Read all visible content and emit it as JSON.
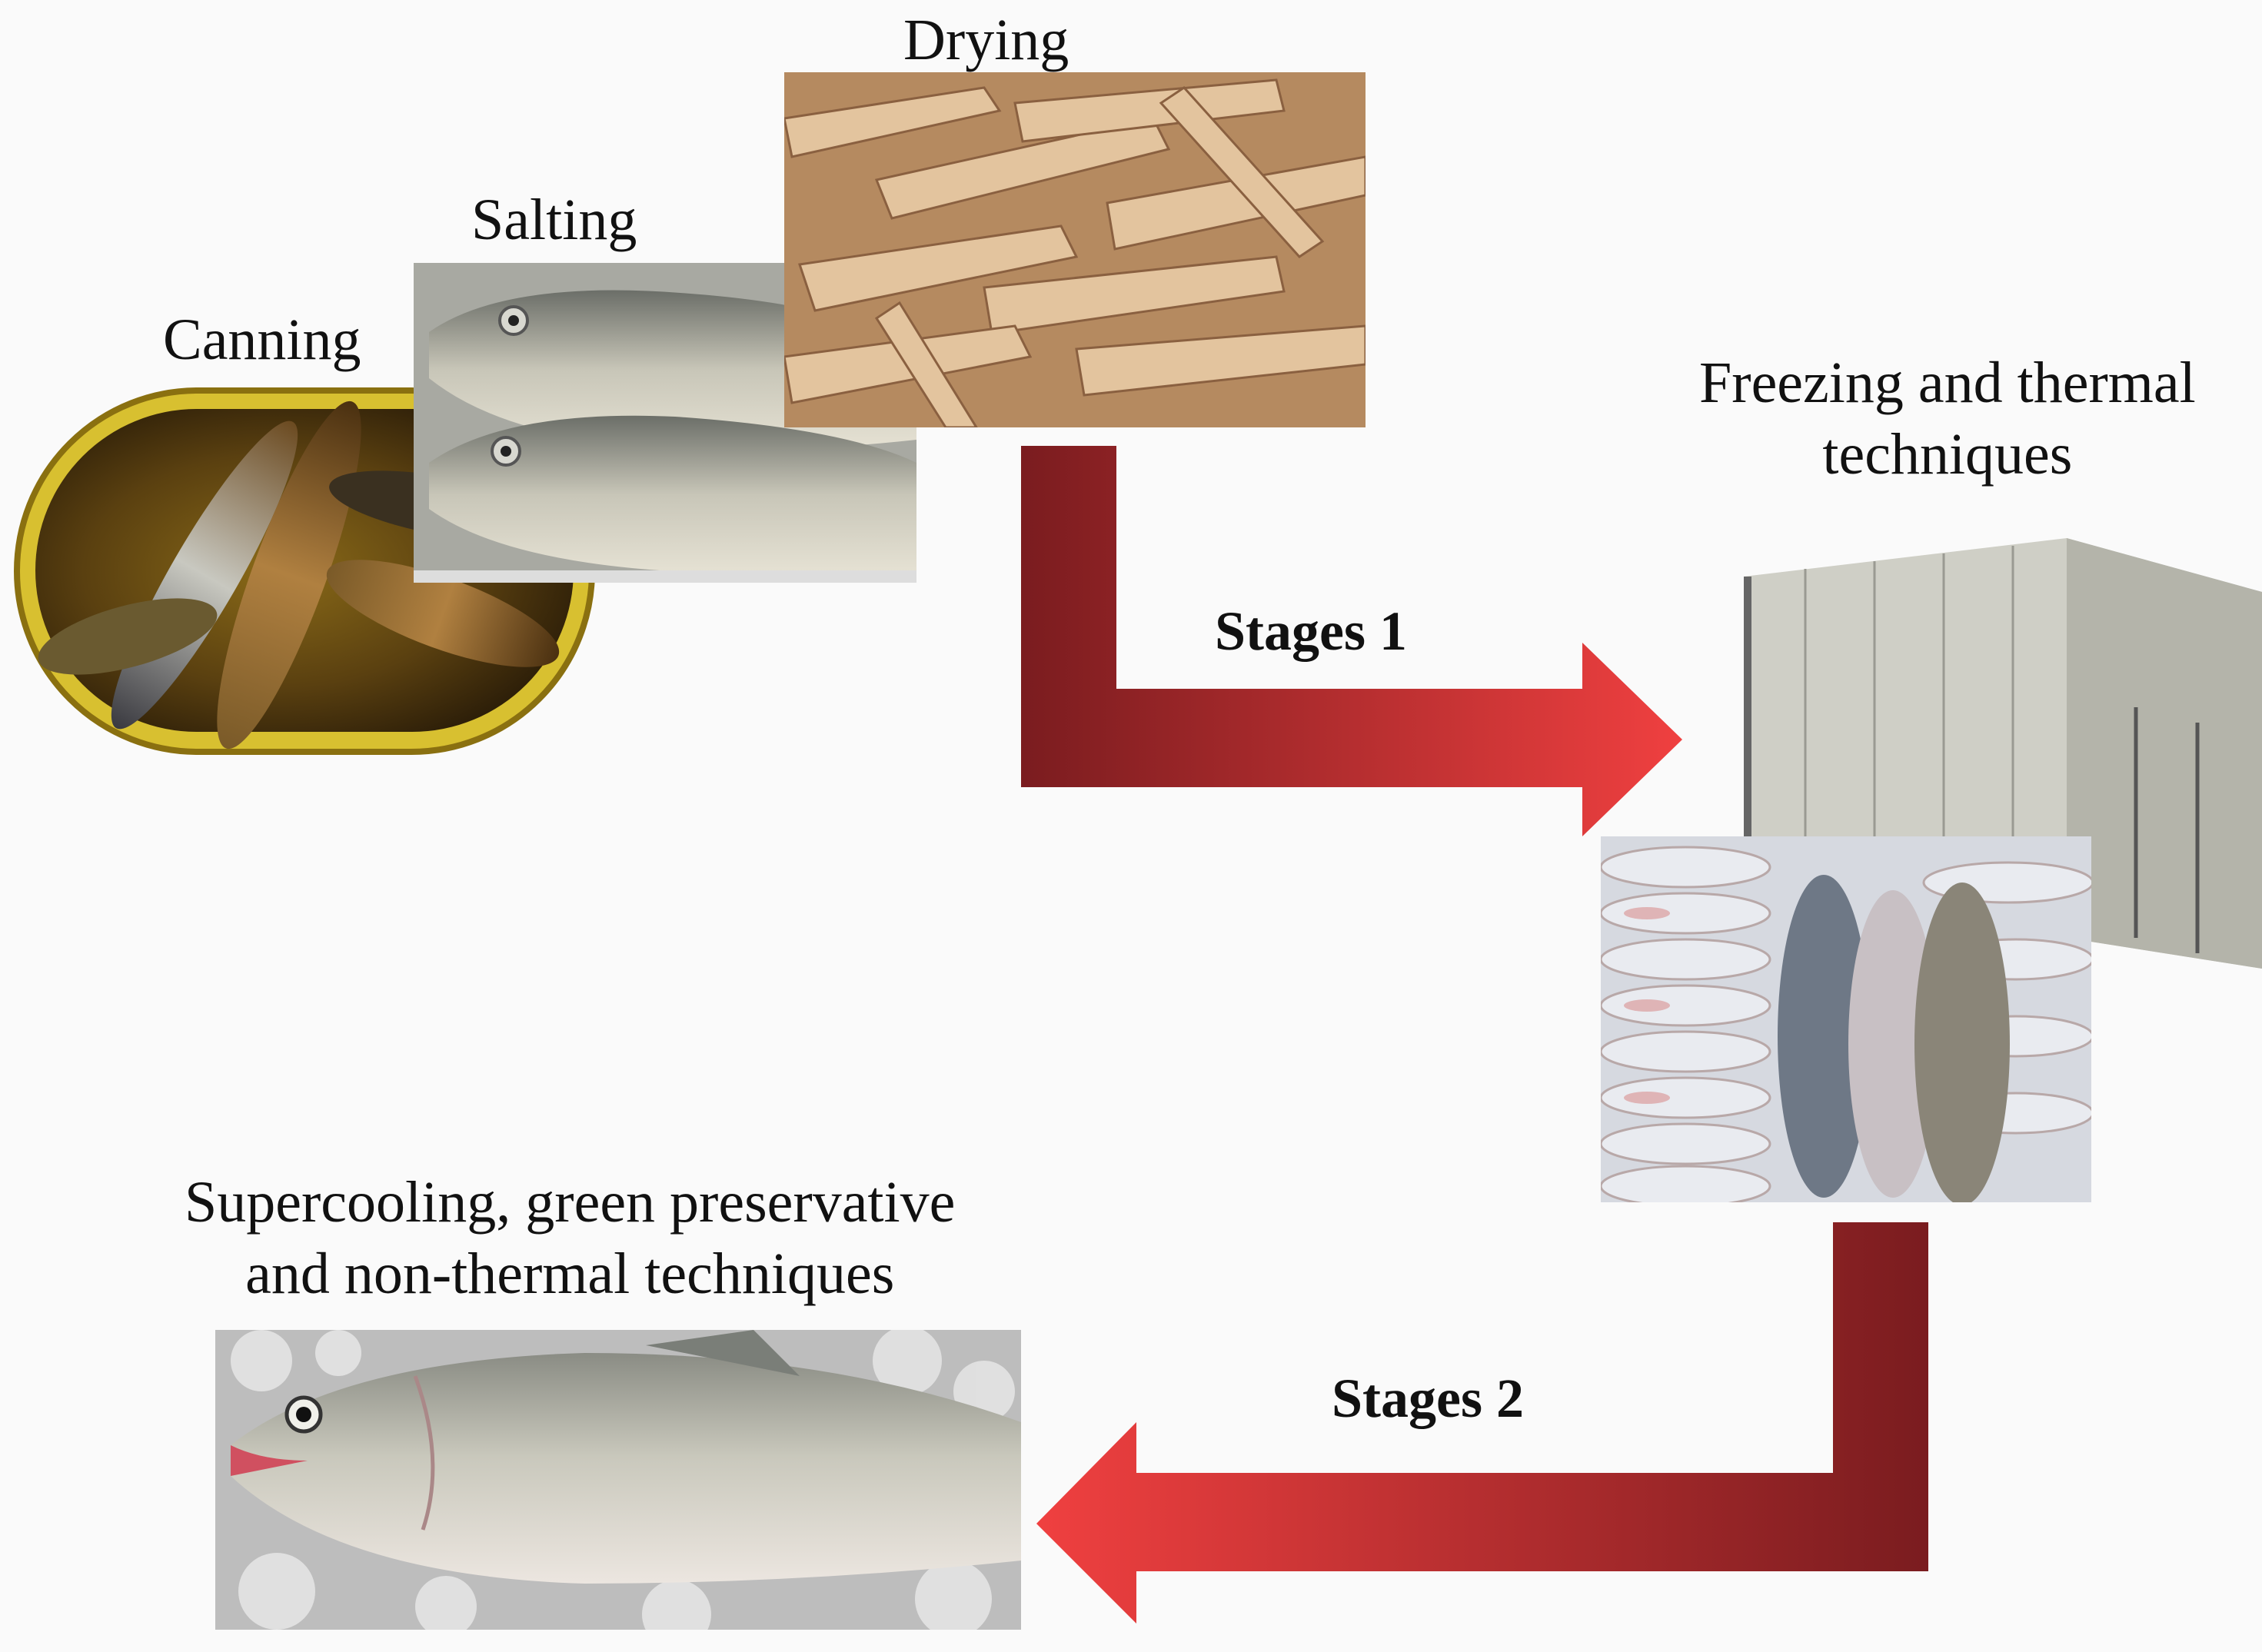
{
  "labels": {
    "canning": "Canning",
    "salting": "Salting",
    "drying": "Drying",
    "freezing_line1": "Freezing and thermal",
    "freezing_line2": "techniques",
    "super_line1": "Supercooling, green preservative",
    "super_line2": "and non-thermal techniques"
  },
  "stages": {
    "stage1": "Stages 1",
    "stage2": "Stages 2"
  },
  "colors": {
    "arrow_dark": "#7a1c1f",
    "arrow_light": "#f04040",
    "background": "#fafafa"
  }
}
